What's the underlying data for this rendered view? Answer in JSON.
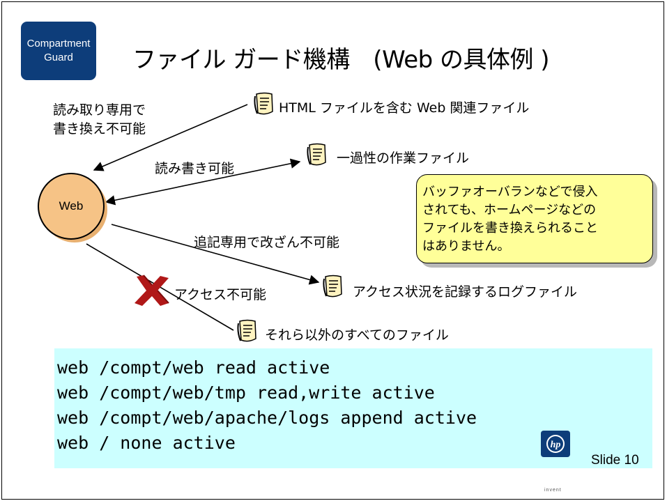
{
  "badge": {
    "line1": "Compartment",
    "line2": "Guard"
  },
  "title": "ファイル ガード機構　(Web の具体例 )",
  "web_node": {
    "label": "Web"
  },
  "access_labels": {
    "readonly_line1": "読み取り専用で",
    "readonly_line2": "書き換え不可能",
    "readwrite": "読み書き可能",
    "append": "追記専用で改ざん不可能",
    "none": "アクセス不可能"
  },
  "files": {
    "html": "HTML ファイルを含む Web 関連ファイル",
    "tmp": "一過性の作業ファイル",
    "log": "アクセス状況を記録するログファイル",
    "other": "それら以外のすべてのファイル"
  },
  "callout": {
    "line1": "バッファオーバランなどで侵入",
    "line2": "されても、ホームページなどの",
    "line3": "ファイルを書き換えられること",
    "line4": "はありません。"
  },
  "code_lines": [
    "web /compt/web read active",
    "web /compt/web/tmp read,write active",
    "web /compt/web/apache/logs append active",
    "web / none active"
  ],
  "footer": {
    "slide": "Slide 10",
    "logo_text": "hp",
    "logo_tagline": "invent"
  },
  "colors": {
    "badge_bg": "#0d3d7a",
    "web_node_fill": "#f6c386",
    "callout_bg": "#ffff99",
    "code_bg": "#ccffff",
    "cross": "#b01818"
  },
  "icons": {
    "file": "document-scroll-icon",
    "deny": "red-x-icon",
    "brand": "hp-logo-icon"
  }
}
